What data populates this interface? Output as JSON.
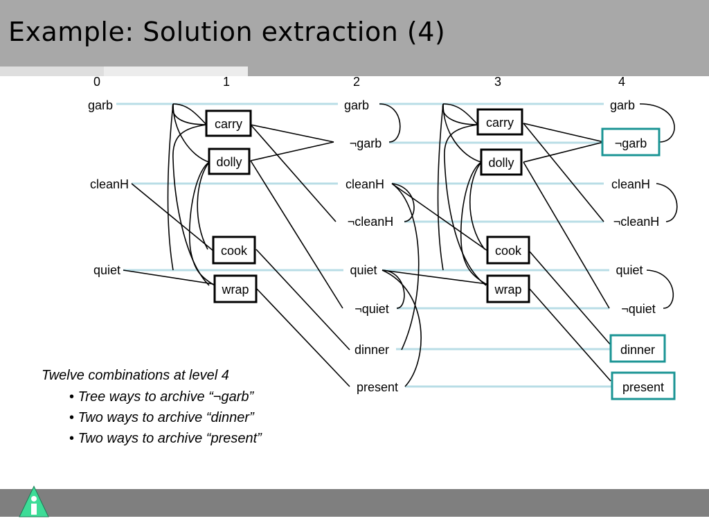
{
  "slide": {
    "title": "Example: Solution extraction (4)"
  },
  "levels": [
    "0",
    "1",
    "2",
    "3",
    "4"
  ],
  "propositions": {
    "level0": [
      "garb",
      "cleanH",
      "quiet"
    ],
    "level2": [
      "garb",
      "¬garb",
      "cleanH",
      "¬cleanH",
      "quiet",
      "¬quiet",
      "dinner",
      "present"
    ],
    "level4": [
      "garb",
      "¬garb",
      "cleanH",
      "¬cleanH",
      "quiet",
      "¬quiet",
      "dinner",
      "present"
    ]
  },
  "actions": {
    "level1": [
      "carry",
      "dolly",
      "cook",
      "wrap"
    ],
    "level3": [
      "carry",
      "dolly",
      "cook",
      "wrap"
    ]
  },
  "highlighted_level4": [
    "¬garb",
    "dinner",
    "present"
  ],
  "notes": {
    "heading": "Twelve combinations at level 4",
    "items": [
      "Tree ways to archive “¬garb”",
      "Two ways to archive “dinner”",
      "Two ways to archive “present”"
    ]
  },
  "colors": {
    "title_bar": "#a8a8a8",
    "footer_bar": "#7f7f7f",
    "persistence_line": "#b8dde6",
    "highlight": "#1a9494",
    "logo": "#3ddc97"
  }
}
